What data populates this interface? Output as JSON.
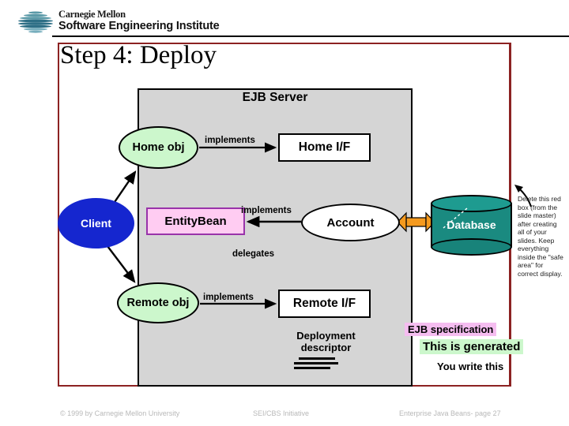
{
  "header": {
    "logo_name": "sei-striped-ellipse-logo",
    "cmu_text": "Carnegie Mellon",
    "sei_text": "Software Engineering Institute"
  },
  "slide": {
    "title": "Step 4: Deploy"
  },
  "diagram": {
    "server_panel_title": "EJB Server",
    "nodes": {
      "home_obj": "Home obj",
      "client": "Client",
      "remote_obj": "Remote obj",
      "account": "Account",
      "entity_bean": "EntityBean",
      "home_if": "Home I/F",
      "remote_if": "Remote I/F",
      "database": "Database"
    },
    "edge_labels": {
      "implements_home": "implements",
      "implements_entity": "implements",
      "implements_remote": "implements",
      "delegates": "delegates"
    },
    "deployment_descriptor": "Deployment descriptor"
  },
  "legend": {
    "ejb_specification": "EJB specification",
    "generated": "This is generated",
    "you_write": "You write this",
    "colors": {
      "ejb_specification_bg": "#f5bdf0",
      "generated_bg": "#ccf7cc",
      "database_teal": "#1a8a80",
      "client_blue": "#1526cf",
      "entity_bean_pink": "#ffccf2",
      "panel_gray": "#d5d5d5",
      "safe_area_red": "#8c2222"
    }
  },
  "note": {
    "text": "Delete this red box (from the slide master) after creating all of your slides. Keep everything inside the \"safe area\" for correct display."
  },
  "footer": {
    "copyright": "© 1999 by Carnegie Mellon University",
    "center": "SEI/CBS Initiative",
    "right": "Enterprise Java Beans- page 27"
  }
}
